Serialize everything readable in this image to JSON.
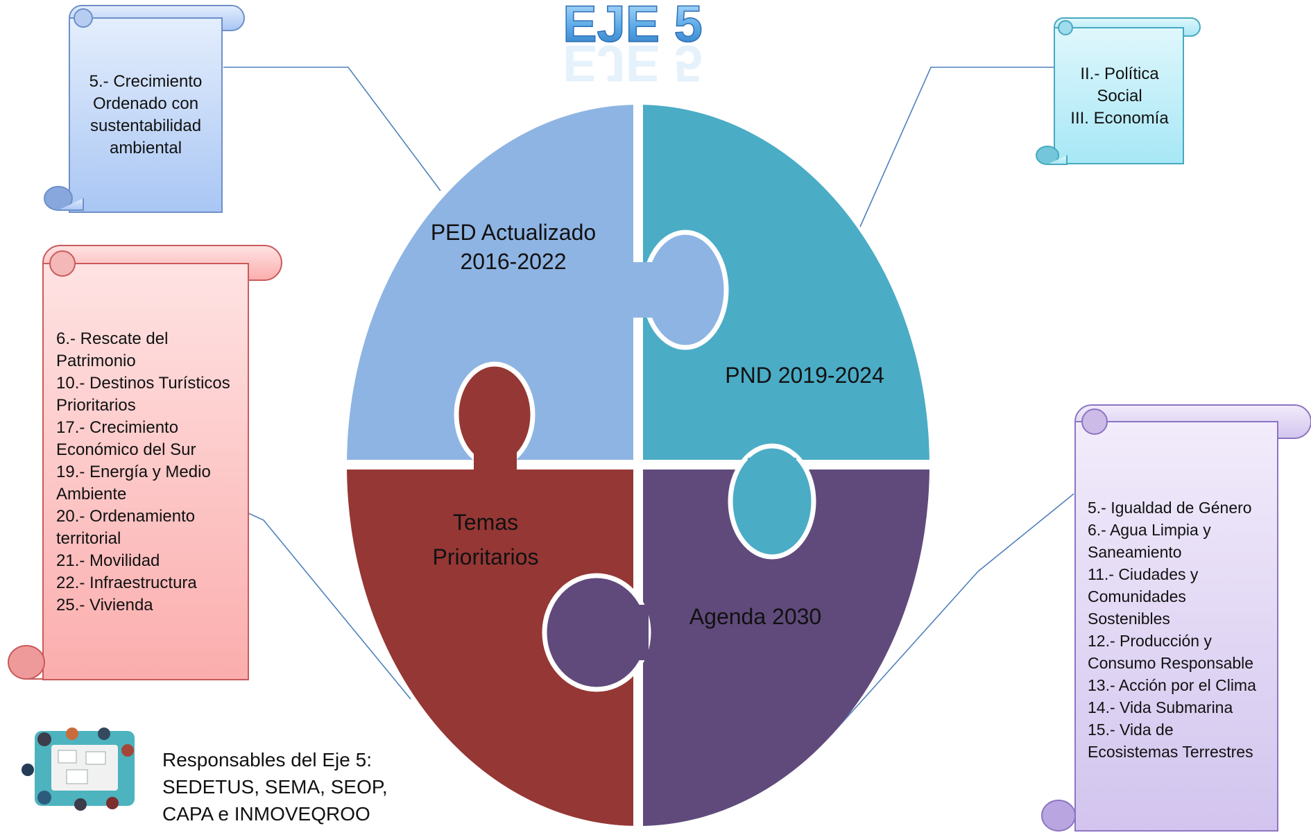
{
  "title": "EJE 5",
  "pieces": {
    "ped": {
      "line1": "PED Actualizado",
      "line2": "2016-2022"
    },
    "pnd": {
      "label": "PND 2019-2024"
    },
    "temas": {
      "line1": "Temas",
      "line2": "Prioritarios"
    },
    "agenda": {
      "label": "Agenda 2030"
    }
  },
  "scrolls": {
    "ped": {
      "lines": [
        "5.- Crecimiento",
        "Ordenado con",
        "sustentabilidad",
        "ambiental"
      ]
    },
    "pnd": {
      "lines": [
        "II.- Política",
        "Social",
        "III. Economía"
      ]
    },
    "temas": {
      "lines": [
        "6.- Rescate del",
        "Patrimonio",
        "10.- Destinos Turísticos",
        "Prioritarios",
        "17.- Crecimiento",
        "Económico del Sur",
        "19.- Energía y Medio",
        "Ambiente",
        "20.- Ordenamiento",
        "territorial",
        "21.- Movilidad",
        "22.- Infraestructura",
        "25.- Vivienda"
      ]
    },
    "agenda": {
      "lines": [
        "5.- Igualdad de Género",
        "6.- Agua Limpia y",
        "Saneamiento",
        "11.- Ciudades y",
        "Comunidades",
        "Sostenibles",
        "12.- Producción y",
        "Consumo Responsable",
        "13.- Acción por el Clima",
        "14.- Vida Submarina",
        "15.- Vida de",
        "Ecosistemas Terrestres"
      ]
    }
  },
  "responsables": {
    "lines": [
      "Responsables del Eje 5:",
      "SEDETUS, SEMA, SEOP,",
      "CAPA e INMOVEQROO"
    ]
  },
  "colors": {
    "ped": "#8eb4e3",
    "pnd": "#4bacc6",
    "temas": "#953735",
    "agenda": "#604a7b",
    "title": "#5aa9e6",
    "connector": "#4f81bd"
  },
  "icons": {
    "team": "team-meeting-icon"
  }
}
